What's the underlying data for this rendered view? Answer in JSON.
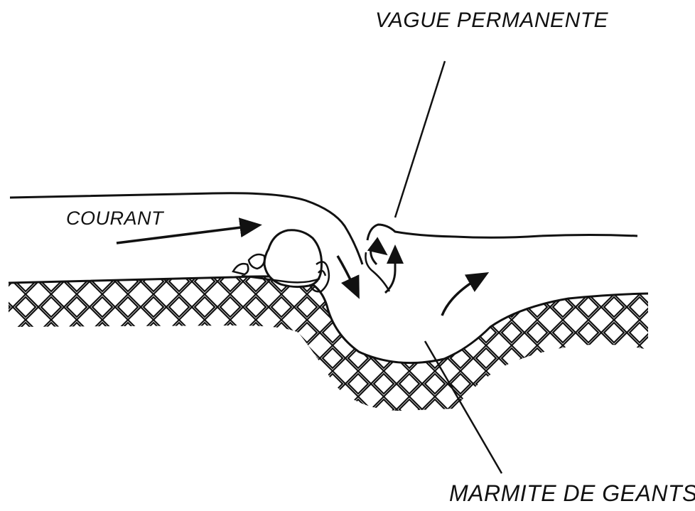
{
  "labels": {
    "vague": "VAGUE PERMANENTE",
    "courant": "COURANT",
    "marmite": "MARMITE DE GEANTS"
  },
  "colors": {
    "ink": "#111111",
    "background": "#ffffff"
  }
}
